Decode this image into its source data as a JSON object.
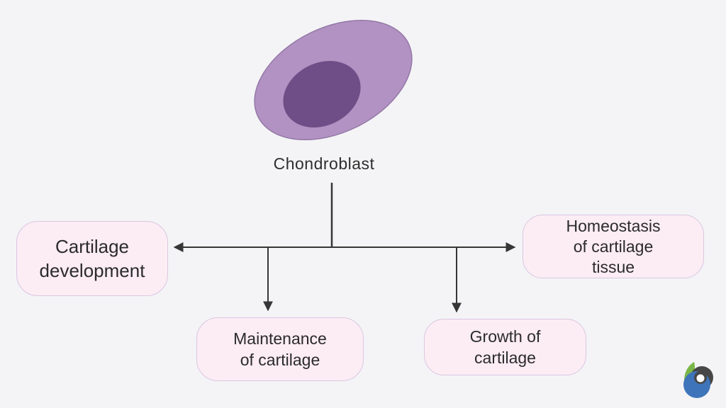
{
  "diagram": {
    "cell_label": "Chondroblast",
    "nodes": [
      {
        "id": "cartilage-development",
        "label": "Cartilage\ndevelopment"
      },
      {
        "id": "homeostasis",
        "label": "Homeostasis\nof cartilage\ntissue"
      },
      {
        "id": "maintenance",
        "label": "Maintenance\nof cartilage"
      },
      {
        "id": "growth",
        "label": "Growth of\ncartilage"
      }
    ],
    "colors": {
      "background": "#f4f4f6",
      "cell_body": "#b192c3",
      "cell_border": "#9478a6",
      "nucleus": "#6f4e87",
      "box_fill": "#fcecf4",
      "box_border": "#d9c7e1",
      "arrow": "#363636",
      "text": "#2b2b2b",
      "logo_green": "#7ab648",
      "logo_gray": "#474747",
      "logo_blue": "#3e74ba"
    }
  }
}
